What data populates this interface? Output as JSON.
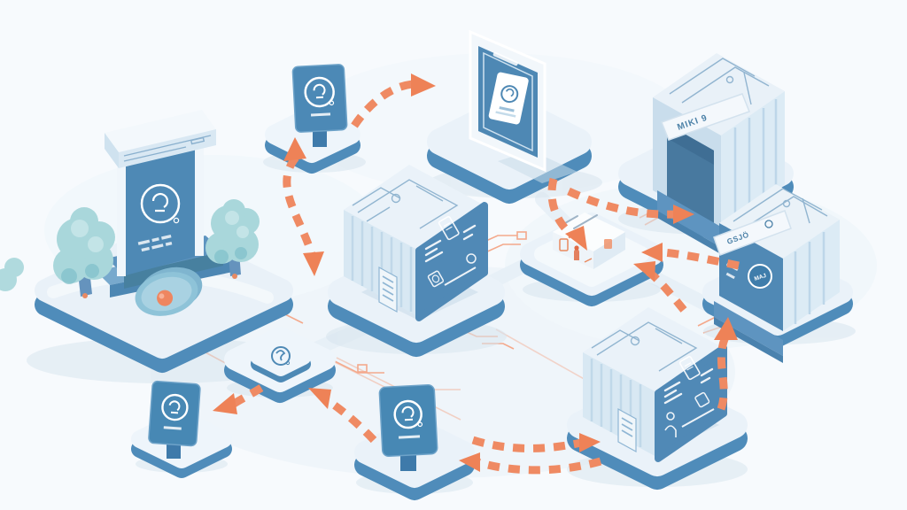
{
  "scene": {
    "type": "isometric-flow-illustration",
    "background": "#f7fafd",
    "palette": {
      "platform_top": "#eaf2f9",
      "platform_side": "#4f8cba",
      "machine_light": "#e9f1f8",
      "machine_shade": "#cfe2f0",
      "panel_blue": "#5089b6",
      "detail_line_blue": "#4a84b0",
      "sign_blue": "#4788b4",
      "screen_blue": "#4e88b4",
      "tree_teal": "#a9d7db",
      "tree_teal_deep": "#7fc0ca",
      "trunk_blue": "#6593bd",
      "arrow_coral": "#ef8a63",
      "trace_orange": "#f4a98c",
      "shadow_blue": "#d8e5ef"
    },
    "labels": {
      "gate_machine_panel": "MIKI 9",
      "dispenser_sill": "GSJÖ",
      "dispenser_badge": "MAJ"
    },
    "icons": {
      "monument_emblem": "circle-swirl-badge",
      "sign_glyph": "circle-swirl-badge",
      "monitor_document": "document-sheet",
      "server_panel_document": "document-sheet",
      "token_glyph": "circle-numeral",
      "reel_hub": "orange-button"
    },
    "nodes": [
      "landmark-monument",
      "badge-sign-a",
      "monitor-display",
      "gate-machine",
      "server-cube-a",
      "control-device",
      "dispenser-machine",
      "server-cube-b",
      "token-button",
      "badge-sign-b",
      "badge-sign-c",
      "trees",
      "reel-disc"
    ],
    "flows": [
      {
        "from": "badge-sign-a",
        "to": "monitor-display",
        "bidirectional": false
      },
      {
        "from": "badge-sign-a",
        "to": "server-cube-a",
        "bidirectional": true
      },
      {
        "from": "monitor-display",
        "to": "dispenser-machine",
        "bidirectional": false
      },
      {
        "from": "monitor-display",
        "to": "control-device",
        "bidirectional": false
      },
      {
        "from": "dispenser-machine",
        "to": "control-device",
        "bidirectional": false
      },
      {
        "from": "server-cube-b",
        "to": "control-device",
        "bidirectional": false
      },
      {
        "from": "server-cube-b",
        "to": "dispenser-machine",
        "bidirectional": false
      },
      {
        "from": "badge-sign-b",
        "to": "server-cube-b",
        "bidirectional": true
      },
      {
        "from": "badge-sign-b",
        "to": "token-button",
        "bidirectional": false
      },
      {
        "from": "token-button",
        "to": "badge-sign-c",
        "bidirectional": false
      }
    ]
  }
}
